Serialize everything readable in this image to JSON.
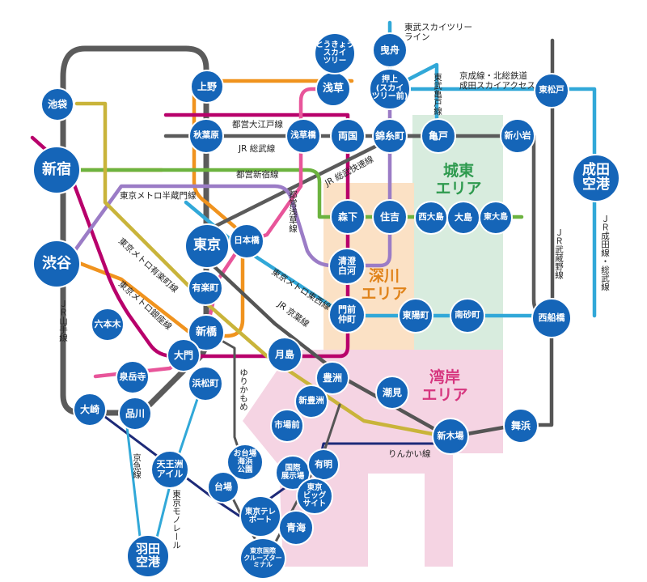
{
  "areas": {
    "joto": {
      "label": "城東\nエリア",
      "color": "#d8ecde",
      "text_color": "#2e9a4e"
    },
    "fukagawa": {
      "label": "深川\nエリア",
      "color": "#fbe1c5",
      "text_color": "#e0831a"
    },
    "wangan": {
      "label": "湾岸\nエリア",
      "color": "#f5d4e3",
      "text_color": "#d6367f"
    }
  },
  "colors": {
    "station": "#1565b8",
    "yamanote": "#5b5b5b",
    "chuo_orange": "#f0931e",
    "oedo": "#b8006b",
    "tozai": "#31a8d8",
    "shinjuku": "#6cb33f",
    "hanzomon": "#9b7cc6",
    "asakusa": "#e8559a",
    "yurakucho": "#c9b43a",
    "keiyo": "#555555",
    "rinkai": "#1d2a78",
    "skytree": "#3aa3d9"
  },
  "stations": {
    "ikebukuro": "池袋",
    "shinjuku": "新宿",
    "shibuya": "渋谷",
    "roppongi": "六本木",
    "sengakuji": "泉岳寺",
    "osaki": "大崎",
    "shinagawa": "品川",
    "ueno": "上野",
    "akihabara": "秋葉原",
    "tokyo": "東京",
    "yurakucho": "有楽町",
    "shimbashi": "新橋",
    "daimon": "大門",
    "hamamatsucho": "浜松町",
    "tennozu": "天王洲\nアイル",
    "haneda": "羽田\n空港",
    "nihonbashi": "日本橋",
    "asakusa": "浅草",
    "asakusabashi": "浅草橋",
    "ryogoku": "両国",
    "kinshicho": "錦糸町",
    "oshiage": "押上\n(スカイ\nツリー前)",
    "narihirabashi": "とうきょう\nスカイ\nツリー",
    "hikifune": "曳舟",
    "kameido": "亀戸",
    "shinkoiwa": "新小岩",
    "higashimatsudo": "東松戸",
    "narita": "成田\n空港",
    "morishita": "森下",
    "sumiyoshi": "住吉",
    "nishiojima": "西大島",
    "ojima": "大島",
    "higashiojima": "東大島",
    "kiyosumi": "清澄\n白河",
    "monzen": "門前\n仲町",
    "toyocho": "東陽町",
    "minamisunamachi": "南砂町",
    "nishifunabashi": "西船橋",
    "tsukishima": "月島",
    "toyosu": "豊洲",
    "shiomi": "潮見",
    "shintoyosu": "新豊洲",
    "shijomae": "市場前",
    "shinkiba": "新木場",
    "maihama": "舞浜",
    "odaiba": "お台場\n海浜\n公園",
    "daiba": "台場",
    "kokusai": "国際\n展示場",
    "ariake": "有明",
    "bigsight": "東京\nビッグ\nサイト",
    "teleport": "東京テレ\nポート",
    "aomi": "青海",
    "cruise": "東京国際\nクルーズターミナル"
  },
  "lines": {
    "tobu": "東武スカイツリー\nライン",
    "tobu_kameido": "東武亀戸線",
    "keisei": "京成線・北総鉄道\n成田スカイアクセス線",
    "oedo": "都営大江戸線",
    "sobu": "JR 総武線",
    "shinjuku": "都営新宿線",
    "sobu_rapid": "JR 総武快速線",
    "hanzomon": "東京メトロ半蔵門線",
    "asakusa": "都営浅草線",
    "yurakucho": "東京メトロ有楽町線",
    "ginza": "東京メトロ銀座線",
    "tozai": "東京メトロ東西線",
    "keiyo": "JR 京葉線",
    "yamanote": "ＪＲ山手線",
    "musashino": "ＪＲ武蔵野線",
    "narita_sobu": "ＪＲ成田線・総武線",
    "yurikamome": "ゆりかもめ",
    "rinkai": "りんかい線",
    "keikyu": "京急線",
    "monorail": "東京モノレール"
  }
}
